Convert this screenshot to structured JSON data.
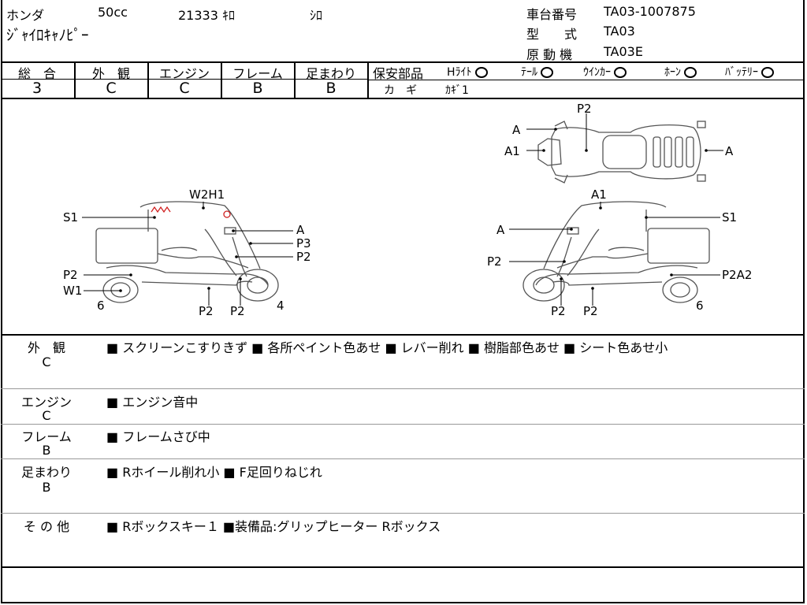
{
  "header": {
    "maker": "ホンダ",
    "displacement": "50cc",
    "mileage": "21333 ｷﾛ",
    "color": "ｼﾛ",
    "model_name": "ｼﾞｬｲﾛｷｬﾉﾋﾟｰ",
    "frame_no_label": "車台番号",
    "frame_no": "TA03-1007875",
    "type_label": "型　　式",
    "type": "TA03",
    "engine_label": "原 動 機",
    "engine": "TA03E"
  },
  "grades": [
    {
      "label": "総　合",
      "value": "3"
    },
    {
      "label": "外　観",
      "value": "C"
    },
    {
      "label": "エンジン",
      "value": "C"
    },
    {
      "label": "フレーム",
      "value": "B"
    },
    {
      "label": "足まわり",
      "value": "B"
    }
  ],
  "safety": {
    "label": "保安部品",
    "items": [
      "Hﾗｲﾄ",
      "ﾃｰﾙ",
      "ｳｲﾝｶｰ",
      "ﾎｰﾝ",
      "ﾊﾞｯﾃﾘｰ"
    ],
    "status": "○",
    "key_label": "カ　ギ",
    "key_value": "ｶｷﾞ1"
  },
  "diagram_labels": {
    "left": [
      "W2H1",
      "S1",
      "A",
      "P3",
      "P2",
      "P2",
      "W1",
      "6",
      "P2",
      "P2",
      "4"
    ],
    "top": [
      "P2",
      "A",
      "A1",
      "A"
    ],
    "right": [
      "A1",
      "S1",
      "A",
      "P2",
      "P2A2",
      "6",
      "P2",
      "P2"
    ]
  },
  "sections": [
    {
      "label": "外　観",
      "grade": "C",
      "notes": "■ スクリーンこすりきず ■ 各所ペイント色あせ ■ レバー削れ ■ 樹脂部色あせ ■ シート色あせ小"
    },
    {
      "label": "エンジン",
      "grade": "C",
      "notes": "■ エンジン音中"
    },
    {
      "label": "フレーム",
      "grade": "B",
      "notes": "■ フレームさび中"
    },
    {
      "label": "足まわり",
      "grade": "B",
      "notes": "■ Rホイール削れ小 ■ F足回りねじれ"
    },
    {
      "label": "そ の 他",
      "grade": "",
      "notes": "■ Rボックスキー１ ■装備品:グリップヒーター Rボックス"
    }
  ],
  "colors": {
    "line": "#000000",
    "damage_mark": "#d02020",
    "diagram": "#555555"
  }
}
